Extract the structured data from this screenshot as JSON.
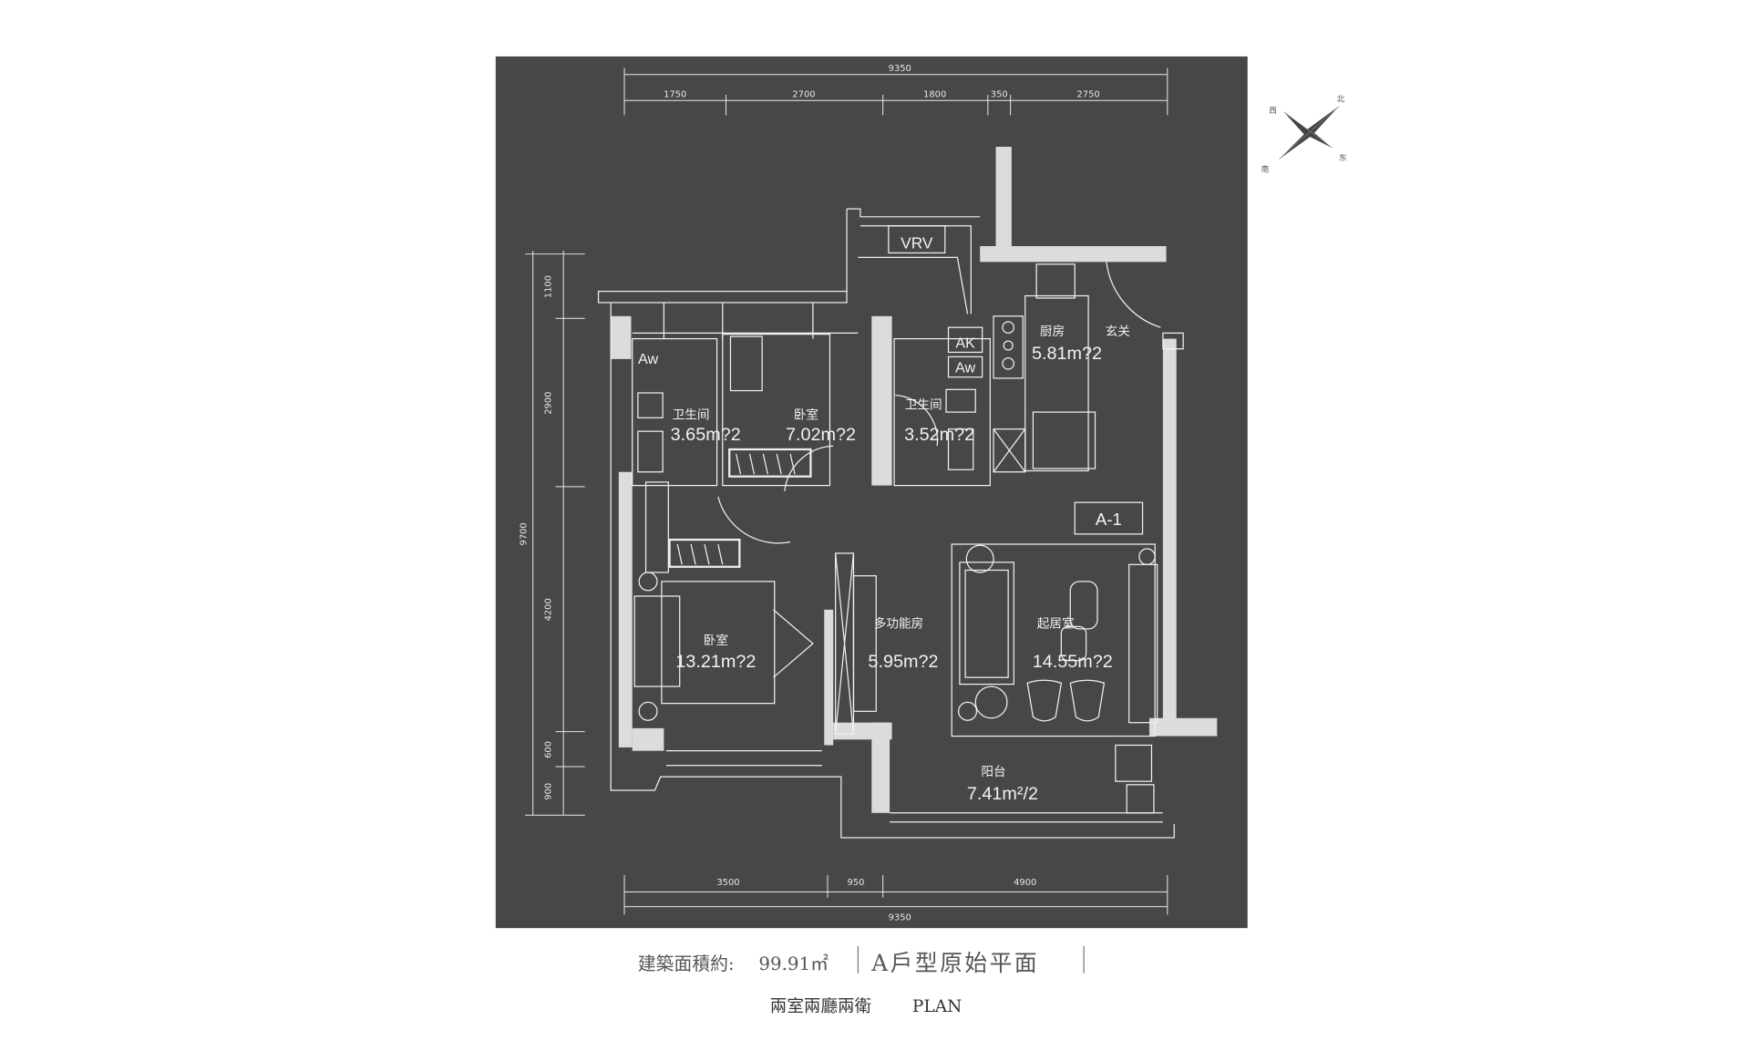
{
  "plan": {
    "dimensions_top": {
      "total": "9350",
      "segments": [
        "1750",
        "2700",
        "1800",
        "350",
        "2750"
      ]
    },
    "dimensions_left": {
      "total": "9700",
      "segments": [
        "1100",
        "2900",
        "4200",
        "600",
        "900"
      ]
    },
    "dimensions_bottom": {
      "total": "9350",
      "segments": [
        "3500",
        "950",
        "4900"
      ]
    },
    "unit_tag": "A-1",
    "equipment": {
      "vrv": "VRV",
      "ak": "AK",
      "aw_right": "Aw",
      "aw_left": "Aw"
    },
    "rooms": [
      {
        "name": "卫生间",
        "area": "3.65m?2"
      },
      {
        "name": "卧室",
        "area": "7.02m?2"
      },
      {
        "name": "卫生间",
        "area": "3.52m?2"
      },
      {
        "name": "厨房",
        "area": "5.81m?2"
      },
      {
        "name": "玄关",
        "area": ""
      },
      {
        "name": "卧室",
        "area": "13.21m?2"
      },
      {
        "name": "多功能房",
        "area": "5.95m?2"
      },
      {
        "name": "起居室",
        "area": "14.55m?2"
      },
      {
        "name": "阳台",
        "area": "7.41m²/2"
      }
    ]
  },
  "compass": {
    "north": "北",
    "south": "南",
    "east": "东",
    "west": "西"
  },
  "caption": {
    "area_label": "建築面積約:",
    "area_value": "99.91㎡",
    "title": "A戶型原始平面",
    "subtitle": "兩室兩廳兩衛",
    "subtitle_en": "PLAN"
  },
  "colors": {
    "panel": "#474747",
    "lines": "#f0f0f0",
    "walls": "#dcdcdc"
  }
}
